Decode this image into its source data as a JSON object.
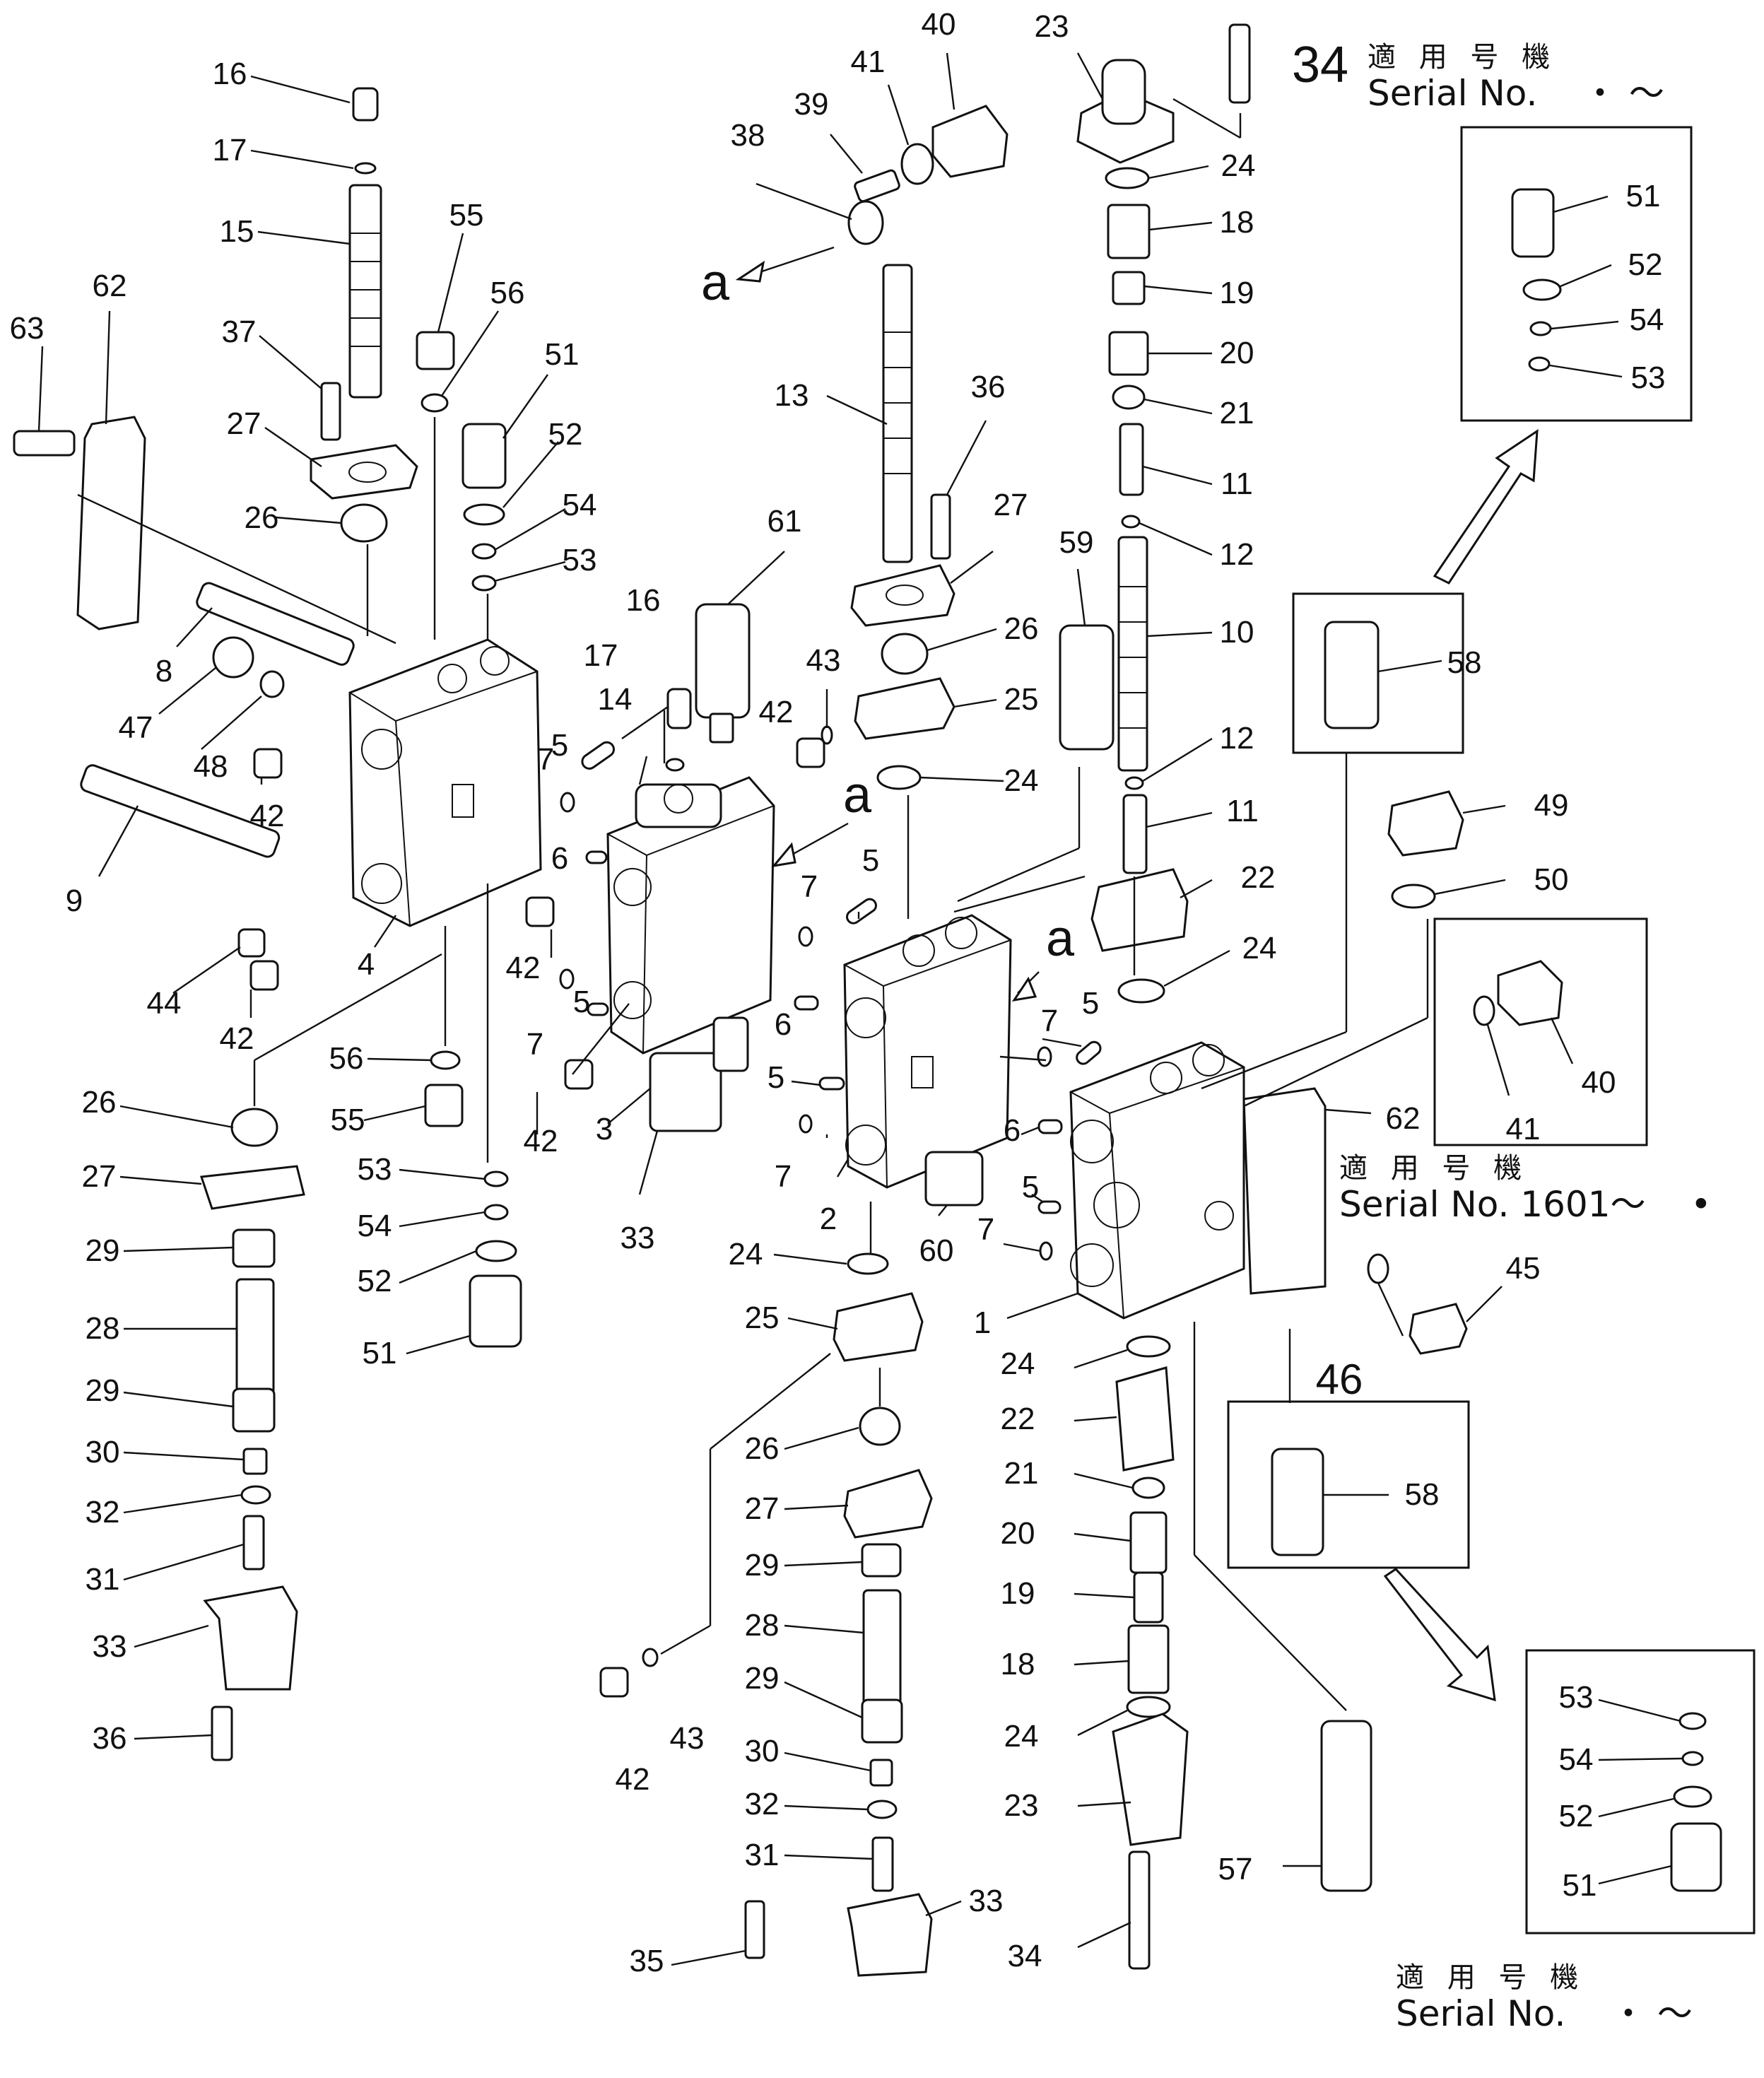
{
  "diagram": {
    "title": "",
    "callout_labels": {
      "section_a": "a",
      "ref_46": "46"
    },
    "serial_notes": [
      {
        "japanese": "適 用 号 機",
        "serial": "Serial No.",
        "range": "・ ～",
        "ref": "34"
      },
      {
        "japanese": "適 用 号 機",
        "serial": "Serial No. 1601～",
        "range": "•"
      },
      {
        "japanese": "適 用 号 機",
        "serial": "Serial No.",
        "range": "・ ～"
      }
    ],
    "part_numbers": [
      "1",
      "2",
      "3",
      "4",
      "5",
      "6",
      "7",
      "8",
      "9",
      "10",
      "11",
      "12",
      "13",
      "14",
      "15",
      "16",
      "17",
      "18",
      "19",
      "20",
      "21",
      "22",
      "23",
      "24",
      "25",
      "26",
      "27",
      "28",
      "29",
      "30",
      "31",
      "32",
      "33",
      "34",
      "35",
      "36",
      "37",
      "38",
      "39",
      "40",
      "41",
      "42",
      "43",
      "44",
      "45",
      "46",
      "47",
      "48",
      "49",
      "50",
      "51",
      "52",
      "53",
      "54",
      "55",
      "56",
      "57",
      "58",
      "59",
      "60",
      "61",
      "62",
      "63"
    ]
  }
}
